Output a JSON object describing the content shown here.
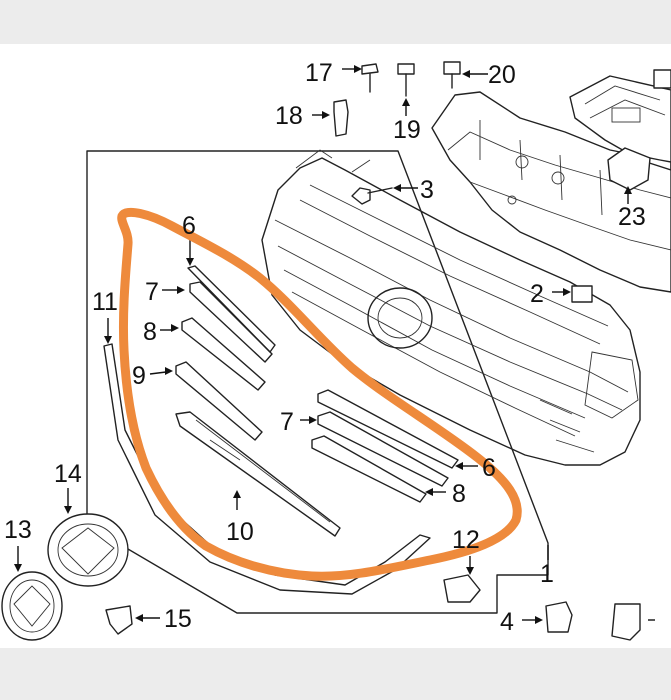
{
  "diagram": {
    "callouts": [
      {
        "id": "c1",
        "label": "1"
      },
      {
        "id": "c2",
        "label": "2"
      },
      {
        "id": "c3",
        "label": "3"
      },
      {
        "id": "c4",
        "label": "4"
      },
      {
        "id": "c6a",
        "label": "6"
      },
      {
        "id": "c6b",
        "label": "6"
      },
      {
        "id": "c7a",
        "label": "7"
      },
      {
        "id": "c7b",
        "label": "7"
      },
      {
        "id": "c8a",
        "label": "8"
      },
      {
        "id": "c8b",
        "label": "8"
      },
      {
        "id": "c9",
        "label": "9"
      },
      {
        "id": "c10",
        "label": "10"
      },
      {
        "id": "c11",
        "label": "11"
      },
      {
        "id": "c12",
        "label": "12"
      },
      {
        "id": "c13",
        "label": "13"
      },
      {
        "id": "c14",
        "label": "14"
      },
      {
        "id": "c15",
        "label": "15"
      },
      {
        "id": "c17",
        "label": "17"
      },
      {
        "id": "c18",
        "label": "18"
      },
      {
        "id": "c19",
        "label": "19"
      },
      {
        "id": "c20",
        "label": "20"
      },
      {
        "id": "c23",
        "label": "23"
      }
    ],
    "highlight": {
      "color": "#ee8a3c"
    },
    "colors": {
      "line": "#222222",
      "background": "#ffffff",
      "frame": "#ececec"
    }
  }
}
